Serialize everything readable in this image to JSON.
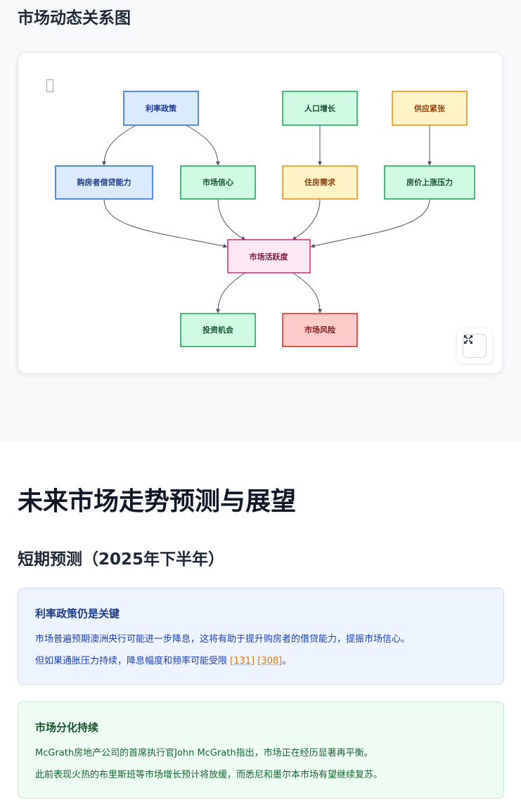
{
  "section": {
    "title": "市场动态关系图"
  },
  "diagram": {
    "nodes": {
      "rate_policy": "利率政策",
      "population": "人口增长",
      "supply": "供应紧张",
      "borrowing": "购房者借贷能力",
      "confidence": "市场信心",
      "demand": "住房需求",
      "price_pressure": "房价上涨压力",
      "activity": "市场活跃度",
      "opportunity": "投资机会",
      "risk": "市场风险"
    },
    "colors": {
      "blue_fill": "#dbeafe",
      "blue_stroke": "#2563eb",
      "green_fill": "#d1fae5",
      "green_stroke": "#16a34a",
      "amber_fill": "#fef3c7",
      "amber_stroke": "#ea8a0c",
      "pink_fill": "#fce7f3",
      "pink_stroke": "#db2777",
      "red_fill": "#fecaca",
      "red_stroke": "#dc2626"
    },
    "expand_icon": "expand-icon"
  },
  "main": {
    "heading": "未来市场走势预测与展望"
  },
  "short_term": {
    "heading": "短期预测（2025年下半年）",
    "cards": [
      {
        "title": "利率政策仍是关键",
        "line1": "市场普遍预期澳洲央行可能进一步降息，这将有助于提升购房者的借贷能力，提振市场信心。",
        "line2_text": "但如果通胀压力持续，降息幅度和频率可能受限 ",
        "cite1": "[131]",
        "cite2": "[308]",
        "line2_end": "。"
      },
      {
        "title": "市场分化持续",
        "line1": "McGrath房地产公司的首席执行官John McGrath指出，市场正在经历显著再平衡。",
        "line2": "此前表现火热的布里斯班等市场增长预计将放缓，而悉尼和墨尔本市场有望继续复苏。"
      }
    ]
  }
}
